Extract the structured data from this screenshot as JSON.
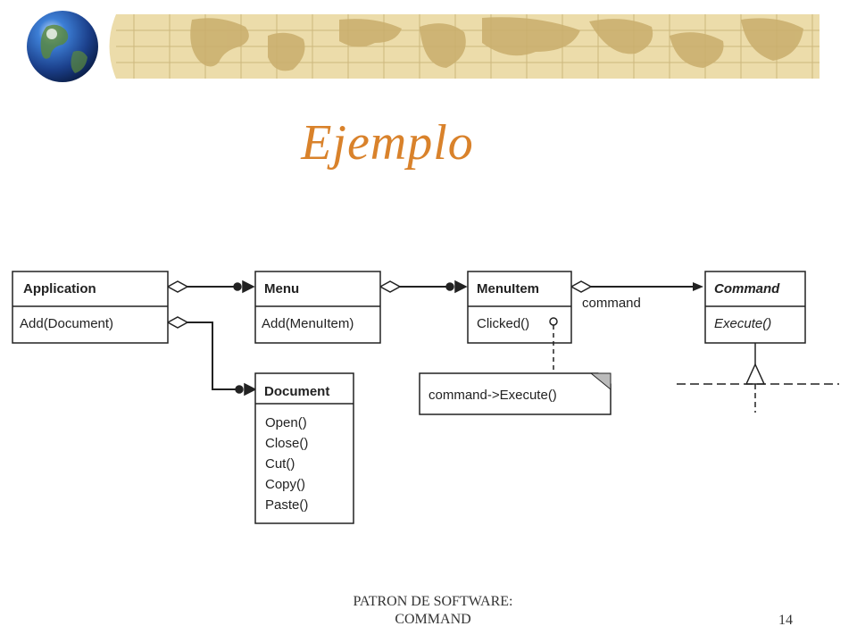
{
  "slide": {
    "title": "Ejemplo",
    "footer_line1": "PATRON DE SOFTWARE:",
    "footer_line2": "COMMAND",
    "page_number": "14",
    "title_color": "#d9822b",
    "banner_color": "#ead9a8"
  },
  "diagram": {
    "classes": {
      "application": {
        "name": "Application",
        "ops": [
          "Add(Document)"
        ]
      },
      "menu": {
        "name": "Menu",
        "ops": [
          "Add(MenuItem)"
        ]
      },
      "menuitem": {
        "name": "MenuItem",
        "ops": [
          "Clicked()"
        ]
      },
      "command": {
        "name": "Command",
        "ops": [
          "Execute()"
        ]
      },
      "document": {
        "name": "Document",
        "ops": [
          "Open()",
          "Close()",
          "Cut()",
          "Copy()",
          "Paste()"
        ]
      }
    },
    "association_label": "command",
    "note_text": "command->Execute()"
  }
}
